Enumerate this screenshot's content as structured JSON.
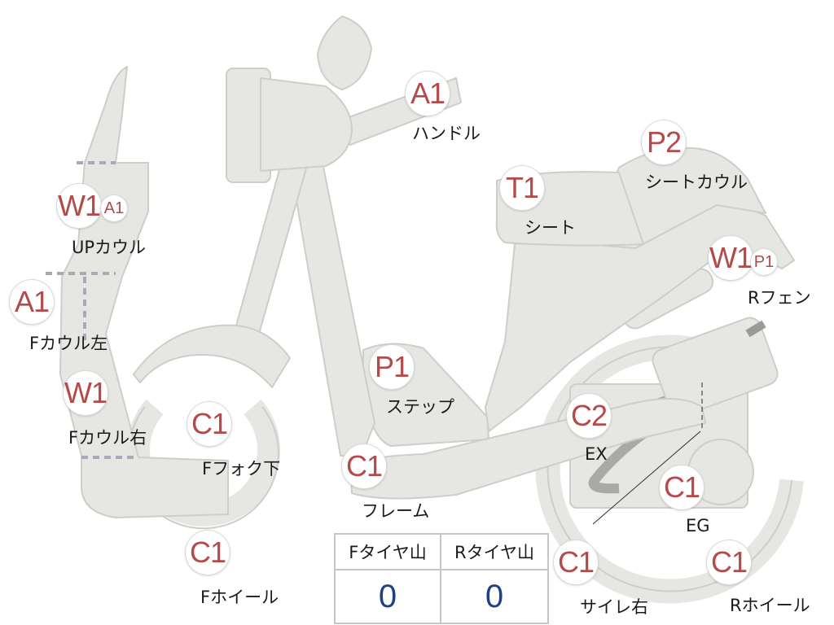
{
  "parts": {
    "handle": {
      "grade": "A1",
      "label": "ハンドル"
    },
    "seat_cowl": {
      "grade": "P2",
      "label": "シートカウル"
    },
    "seat": {
      "grade": "T1",
      "label": "シート"
    },
    "up_cowl": {
      "grade": "W1",
      "sub_grade": "A1",
      "label": "UPカウル"
    },
    "f_cowl_left": {
      "grade": "A1",
      "label": "Fカウル左"
    },
    "f_cowl_right": {
      "grade": "W1",
      "label": "Fカウル右"
    },
    "r_fender": {
      "grade": "W1",
      "sub_grade": "P1",
      "label": "Rフェン"
    },
    "step": {
      "grade": "P1",
      "label": "ステップ"
    },
    "f_fork_lower": {
      "grade": "C1",
      "label": "Fフォク下"
    },
    "exhaust": {
      "grade": "C2",
      "label": "EX"
    },
    "frame": {
      "grade": "C1",
      "label": "フレーム"
    },
    "engine": {
      "grade": "C1",
      "label": "EG"
    },
    "f_wheel": {
      "grade": "C1",
      "label": "Fホイール"
    },
    "silencer_right": {
      "grade": "C1",
      "label": "サイレ右"
    },
    "r_wheel": {
      "grade": "C1",
      "label": "Rホイール"
    }
  },
  "tire_tread": {
    "front_label": "Fタイヤ山",
    "rear_label": "Rタイヤ山",
    "front_value": "0",
    "rear_value": "0"
  },
  "colors": {
    "body_fill": "#e6e6e3",
    "body_stroke": "#cdcdc9",
    "grade_text": "#b44a4a",
    "tread_value": "#1f3f86"
  }
}
